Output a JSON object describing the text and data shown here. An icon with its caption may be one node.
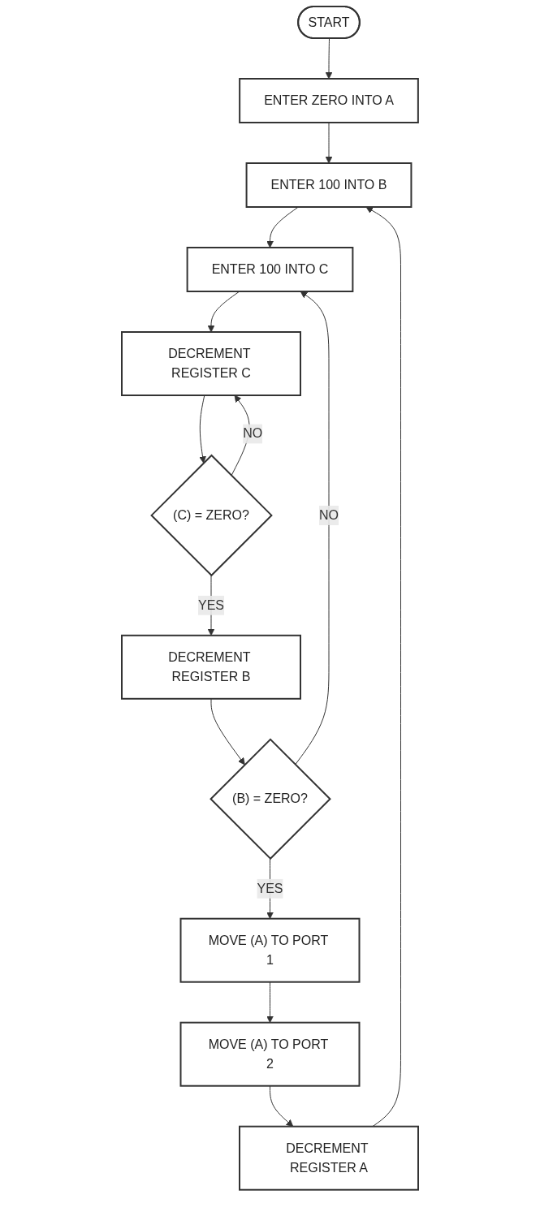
{
  "diagram": {
    "nodes": [
      {
        "text": [
          "START"
        ]
      },
      {
        "text": [
          "ENTER ZERO INTO A"
        ]
      },
      {
        "text": [
          "ENTER 100 INTO B"
        ]
      },
      {
        "text": [
          "ENTER 100 INTO C"
        ]
      },
      {
        "text": [
          "DECREMENT REGISTER C"
        ]
      },
      {
        "text": [
          "(C) = ZERO?"
        ]
      },
      {
        "text": [
          "DECREMENT REGISTER B"
        ]
      },
      {
        "text": [
          "(B) = ZERO?"
        ]
      },
      {
        "text": [
          "MOVE (A) TO PORT 1"
        ]
      },
      {
        "text": [
          "MOVE (A) TO PORT 2"
        ]
      },
      {
        "text": [
          "DECREMENT REGISTER A"
        ]
      }
    ],
    "edges": [
      {
        "from": 0,
        "to": 1,
        "arrow": "to"
      },
      {
        "from": 1,
        "to": 2,
        "arrow": "to"
      },
      {
        "from": 2,
        "to": 3,
        "arrow": "to"
      },
      {
        "from": 3,
        "to": 4,
        "arrow": "to"
      },
      {
        "from": 4,
        "to": 5,
        "arrow": "to"
      },
      {
        "from": 5,
        "to": 6,
        "label": "YES",
        "arrow": "to"
      },
      {
        "from": 5,
        "to": 4,
        "label": "NO",
        "arrow": "to"
      },
      {
        "from": 6,
        "to": 7,
        "arrow": "to"
      },
      {
        "from": 7,
        "to": 3,
        "label": "NO",
        "arrow": "to"
      },
      {
        "from": 7,
        "to": 8,
        "label": "YES",
        "arrow": "to"
      },
      {
        "from": 8,
        "to": 9,
        "arrow": "to"
      },
      {
        "from": 9,
        "to": 10,
        "arrow": "to"
      },
      {
        "from": 10,
        "to": 2,
        "arrow": "to"
      }
    ]
  }
}
